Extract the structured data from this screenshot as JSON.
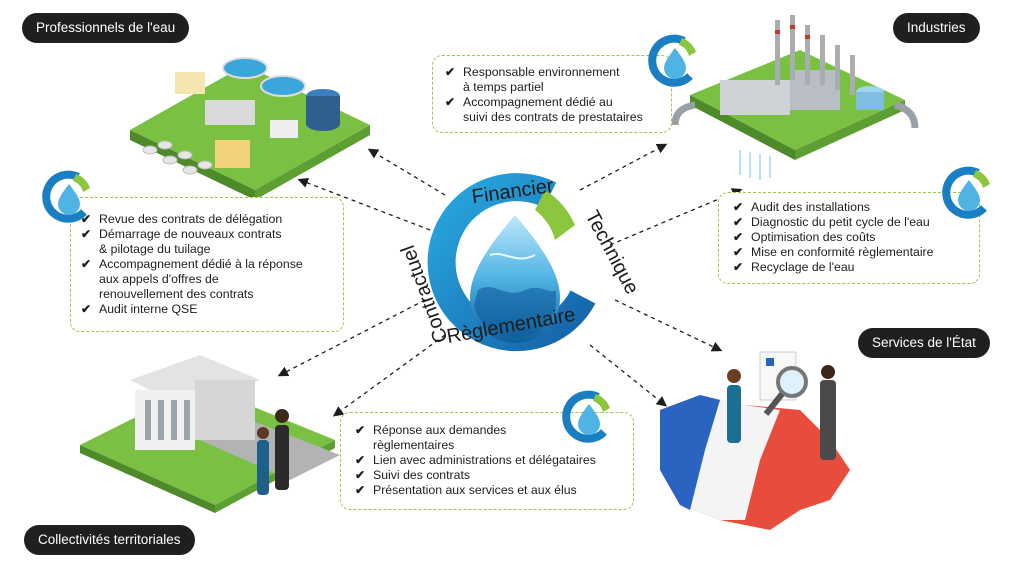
{
  "categories": {
    "professionnels": "Professionnels de l'eau",
    "industries": "Industries",
    "etat": "Services de l'État",
    "collectivites": "Collectivités territoriales"
  },
  "center": {
    "financier": "Financier",
    "technique": "Technique",
    "reglementaire": "Règlementaire",
    "contractuel": "Contractuel"
  },
  "lists": {
    "professionnels": [
      "Revue des contrats de délégation",
      "Démarrage de nouveaux contrats",
      "& pilotage du tuilage",
      "Accompagnement dédié à la réponse",
      "aux appels d'offres de",
      "renouvellement des contrats",
      "Audit interne QSE"
    ],
    "industries_top": [
      "Responsable environnement",
      "à temps partiel",
      "Accompagnement dédié au",
      "suivi des contrats de prestataires"
    ],
    "industries_right": [
      "Audit des installations",
      "Diagnostic du petit cycle de l'eau",
      "Optimisation des coûts",
      "Mise en conformité règlementaire",
      "Recyclage de l'eau"
    ],
    "collectivites": [
      "Réponse aux demandes",
      "règlementaires",
      "Lien avec administrations et délégataires",
      "Suivi des contrats",
      "Présentation aux services et aux élus"
    ]
  },
  "check_symbol": "✔",
  "colors": {
    "accent_green": "#8cc63f",
    "brand_blue": "#1a7ec2",
    "light_blue": "#34b4e4",
    "dark": "#1f1f1f"
  }
}
